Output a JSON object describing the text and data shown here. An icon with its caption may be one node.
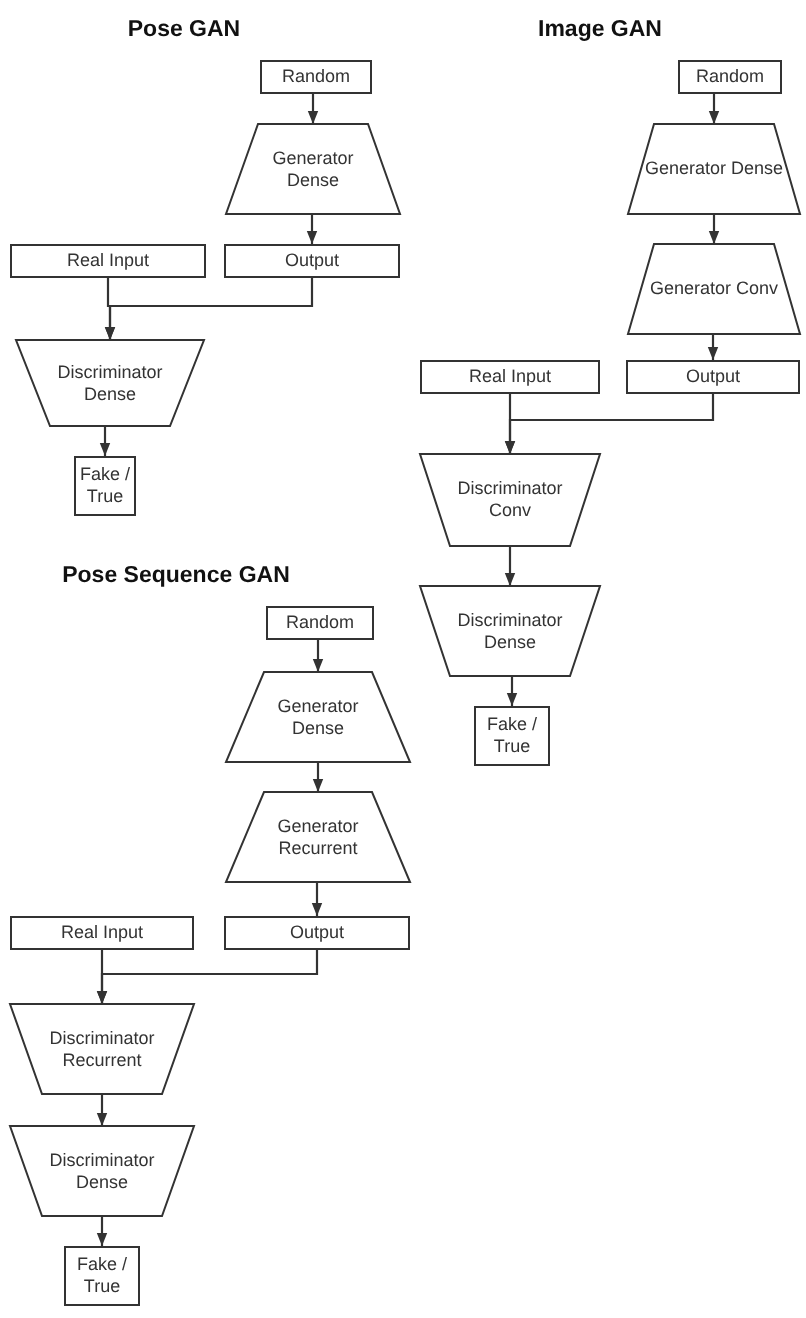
{
  "diagram": {
    "nodes": [
      {
        "text": [
          "Random"
        ]
      },
      {
        "text": [
          "Generator Dense"
        ]
      },
      {
        "text": [
          "Real Input"
        ]
      },
      {
        "text": [
          "Output"
        ]
      },
      {
        "text": [
          "Discriminator Dense"
        ]
      },
      {
        "text": [
          "Fake / True"
        ]
      },
      {
        "text": [
          "Random"
        ]
      },
      {
        "text": [
          "Generator Dense"
        ]
      },
      {
        "text": [
          "Generator Conv"
        ]
      },
      {
        "text": [
          "Real Input"
        ]
      },
      {
        "text": [
          "Output"
        ]
      },
      {
        "text": [
          "Discriminator Conv"
        ]
      },
      {
        "text": [
          "Discriminator Dense"
        ]
      },
      {
        "text": [
          "Fake / True"
        ]
      },
      {
        "text": [
          "Random"
        ]
      },
      {
        "text": [
          "Generator Dense"
        ]
      },
      {
        "text": [
          "Generator Recurrent"
        ]
      },
      {
        "text": [
          "Real Input"
        ]
      },
      {
        "text": [
          "Output"
        ]
      },
      {
        "text": [
          "Discriminator Recurrent"
        ]
      },
      {
        "text": [
          "Discriminator Dense"
        ]
      },
      {
        "text": [
          "Fake / True"
        ]
      }
    ],
    "edges": [
      {
        "from": 0,
        "to": 1,
        "arrow": "to"
      },
      {
        "from": 1,
        "to": 3,
        "arrow": "to"
      },
      {
        "from": 2,
        "to": 4,
        "arrow": "to"
      },
      {
        "from": 3,
        "to": 4,
        "arrow": "to"
      },
      {
        "from": 4,
        "to": 5,
        "arrow": "to"
      },
      {
        "from": 6,
        "to": 7,
        "arrow": "to"
      },
      {
        "from": 7,
        "to": 8,
        "arrow": "to"
      },
      {
        "from": 8,
        "to": 10,
        "arrow": "to"
      },
      {
        "from": 9,
        "to": 11,
        "arrow": "to"
      },
      {
        "from": 10,
        "to": 11,
        "arrow": "to"
      },
      {
        "from": 11,
        "to": 12,
        "arrow": "to"
      },
      {
        "from": 12,
        "to": 13,
        "arrow": "to"
      },
      {
        "from": 14,
        "to": 15,
        "arrow": "to"
      },
      {
        "from": 15,
        "to": 16,
        "arrow": "to"
      },
      {
        "from": 16,
        "to": 18,
        "arrow": "to"
      },
      {
        "from": 17,
        "to": 19,
        "arrow": "to"
      },
      {
        "from": 18,
        "to": 19,
        "arrow": "to"
      },
      {
        "from": 19,
        "to": 20,
        "arrow": "to"
      },
      {
        "from": 20,
        "to": 21,
        "arrow": "to"
      }
    ],
    "labels": [
      "Pose GAN",
      "Image GAN",
      "Pose Sequence GAN"
    ]
  }
}
